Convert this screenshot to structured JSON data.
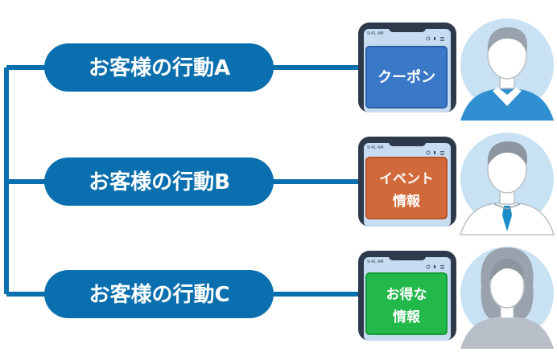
{
  "flows": [
    {
      "action_label": "お客様の行動A",
      "card_lines": [
        "クーポン"
      ],
      "card_color": "#3a78c8",
      "card_border": "#2a5fa8",
      "person": "man-polo"
    },
    {
      "action_label": "お客様の行動B",
      "card_lines": [
        "イベント",
        "情報"
      ],
      "card_color": "#d2693a",
      "card_border": "#b85528",
      "person": "man-tie"
    },
    {
      "action_label": "お客様の行動C",
      "card_lines": [
        "お得な",
        "情報"
      ],
      "card_color": "#22b84a",
      "card_border": "#179a39",
      "person": "woman"
    }
  ],
  "colors": {
    "pill": "#0a6fae",
    "connector": "#0a6fae",
    "phone_frame": "#2e3a4c",
    "phone_screen": "#c7dcf0",
    "avatar_bg": "#c9e2f3",
    "avatar_figure": "#b8bfc8"
  }
}
